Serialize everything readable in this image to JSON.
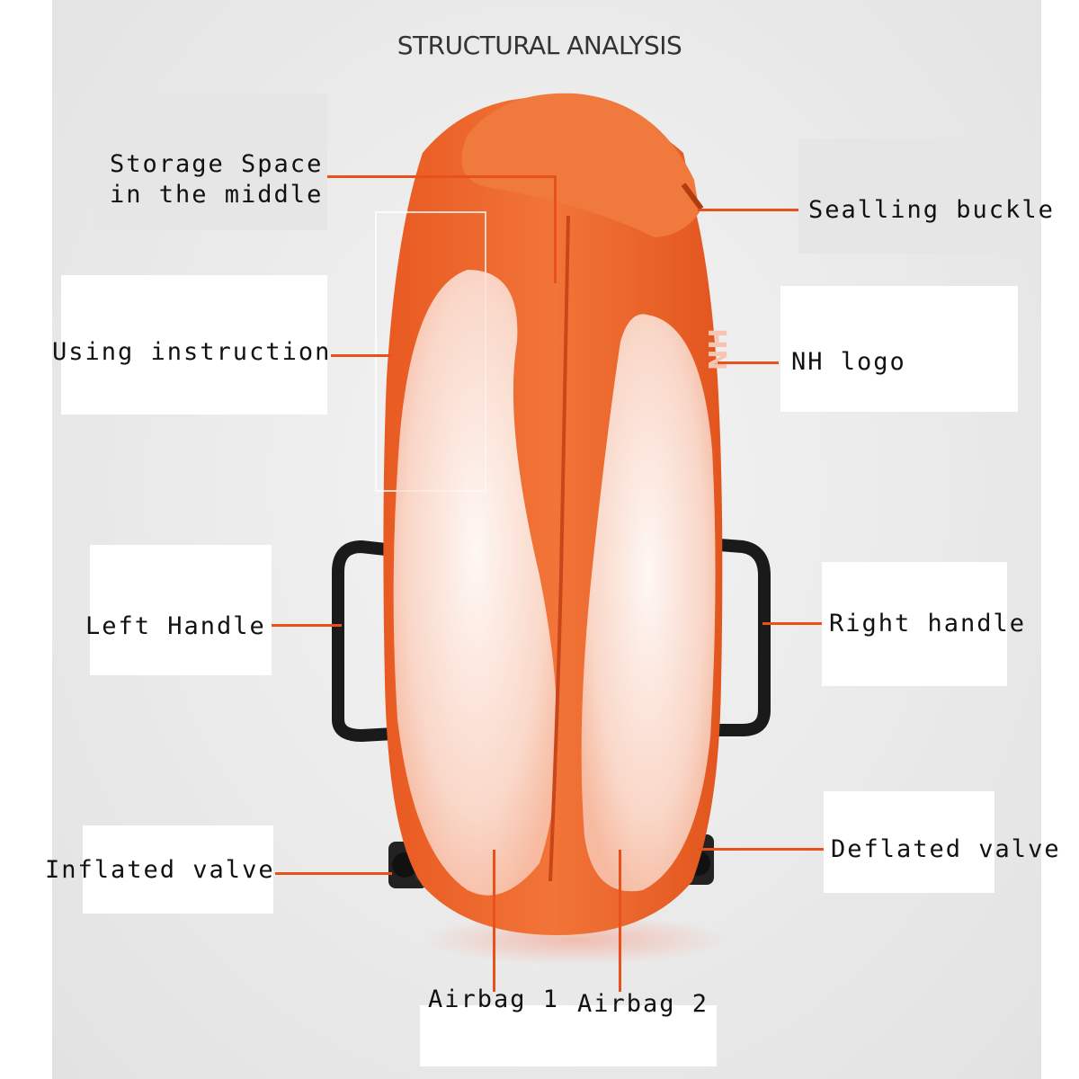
{
  "title": "STRUCTURAL ANALYSIS",
  "colors": {
    "accent": "#e8501c",
    "bag": "#f06a2c",
    "handle": "#1a1a1a"
  },
  "labels": {
    "storage": "Storage Space\nin the middle",
    "sealing": "Sealling buckle",
    "instruction": "Using instruction",
    "nh_logo": "NH logo",
    "left_handle": "Left Handle",
    "right_handle": "Right handle",
    "inflated_valve": "Inflated valve",
    "deflated_valve": "Deflated valve",
    "airbag1": "Airbag 1",
    "airbag2": "Airbag 2"
  }
}
